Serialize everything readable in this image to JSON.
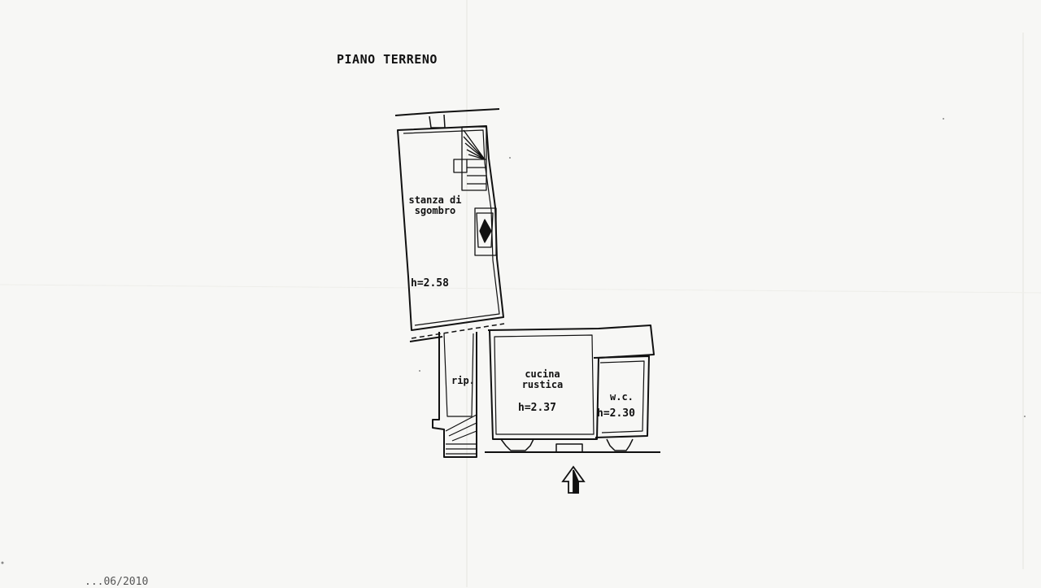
{
  "plan": {
    "title": "PIANO TERRENO",
    "rooms": [
      {
        "id": "storage",
        "name_line1": "stanza di",
        "name_line2": "sgombro",
        "height": "h=2.58"
      },
      {
        "id": "closet",
        "name_line1": "rip.",
        "name_line2": "",
        "height": ""
      },
      {
        "id": "kitchen",
        "name_line1": "cucina",
        "name_line2": "rustica",
        "height": "h=2.37"
      },
      {
        "id": "wc",
        "name_line1": "w.c.",
        "name_line2": "",
        "height": "h=2.30"
      }
    ],
    "footer_text": "...06/2010"
  },
  "colors": {
    "paper": "#f7f7f5",
    "ink": "#111111"
  }
}
